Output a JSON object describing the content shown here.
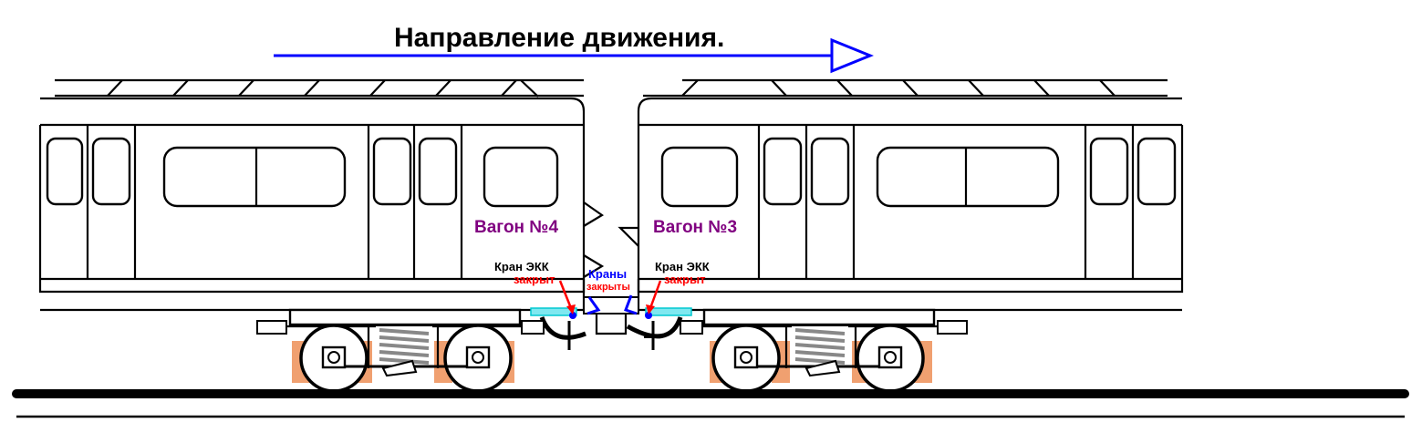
{
  "direction": {
    "label": "Направление движения."
  },
  "cars": [
    {
      "label": "Вагон №4",
      "valve_label": "Кран ЭКК",
      "valve_state": "закрыт"
    },
    {
      "label": "Вагон №3",
      "valve_label": "Кран ЭКК",
      "valve_state": "закрыт"
    }
  ],
  "intercar_valves": {
    "label": "Краны",
    "state": "закрыты"
  },
  "colors": {
    "arrow": "#0000ff",
    "car_label": "#800080",
    "valve_state": "#ff0000",
    "spring_pad": "#f0a070",
    "brake_pipe": "#00c8d0"
  }
}
